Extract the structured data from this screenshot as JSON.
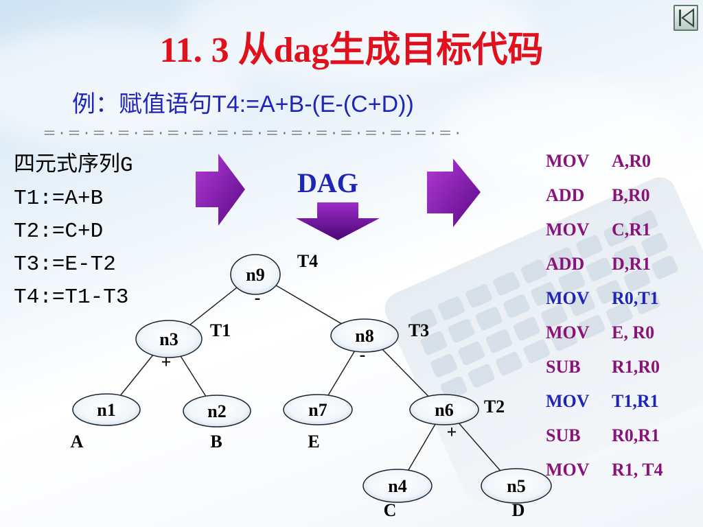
{
  "title": "11. 3  从dag生成目标代码",
  "example": "例：赋值语句T4:=A+B-(E-(C+D))",
  "divider": "＝·＝·＝·＝·＝·＝·＝·＝·＝·＝·＝·＝·＝·＝·＝·＝·＝·",
  "quadruples": {
    "heading": "四元式序列G",
    "lines": [
      "T1:=A+B",
      "T2:=C+D",
      "T3:=E-T2",
      "T4:=T1-T3"
    ]
  },
  "dag_label": "DAG",
  "colors": {
    "title": "#e0101c",
    "blue": "#1f25b5",
    "purple": "#8a137a",
    "arrow": "#7a0fa3"
  },
  "target_code": [
    {
      "op": "MOV",
      "args": "A,R0",
      "color": "purple"
    },
    {
      "op": "ADD",
      "args": "B,R0",
      "color": "purple"
    },
    {
      "op": "MOV",
      "args": "C,R1",
      "color": "purple"
    },
    {
      "op": "ADD",
      "args": "D,R1",
      "color": "purple"
    },
    {
      "op": "MOV",
      "args": "R0,T1",
      "color": "blue"
    },
    {
      "op": "MOV",
      "args": "E, R0",
      "color": "purple"
    },
    {
      "op": "SUB",
      "args": "R1,R0",
      "color": "purple"
    },
    {
      "op": "MOV",
      "args": "T1,R1",
      "color": "blue"
    },
    {
      "op": "SUB",
      "args": "R0,R1",
      "color": "purple"
    },
    {
      "op": "MOV",
      "args": "R1, T4",
      "color": "purple"
    }
  ],
  "dag": {
    "nodes": [
      {
        "id": "n9",
        "op": "-",
        "tags": [
          "T4"
        ]
      },
      {
        "id": "n3",
        "op": "+",
        "tags": [
          "T1"
        ]
      },
      {
        "id": "n8",
        "op": "-",
        "tags": [
          "T3"
        ]
      },
      {
        "id": "n1",
        "leaf": "A"
      },
      {
        "id": "n2",
        "leaf": "B"
      },
      {
        "id": "n7",
        "leaf": "E"
      },
      {
        "id": "n6",
        "op": "+",
        "tags": [
          "T2"
        ]
      },
      {
        "id": "n4",
        "leaf": "C"
      },
      {
        "id": "n5",
        "leaf": "D"
      }
    ],
    "edges": [
      [
        "n9",
        "n3"
      ],
      [
        "n9",
        "n8"
      ],
      [
        "n3",
        "n1"
      ],
      [
        "n3",
        "n2"
      ],
      [
        "n8",
        "n7"
      ],
      [
        "n8",
        "n6"
      ],
      [
        "n6",
        "n4"
      ],
      [
        "n6",
        "n5"
      ]
    ]
  },
  "nav_button_icon": "skip-back-icon"
}
